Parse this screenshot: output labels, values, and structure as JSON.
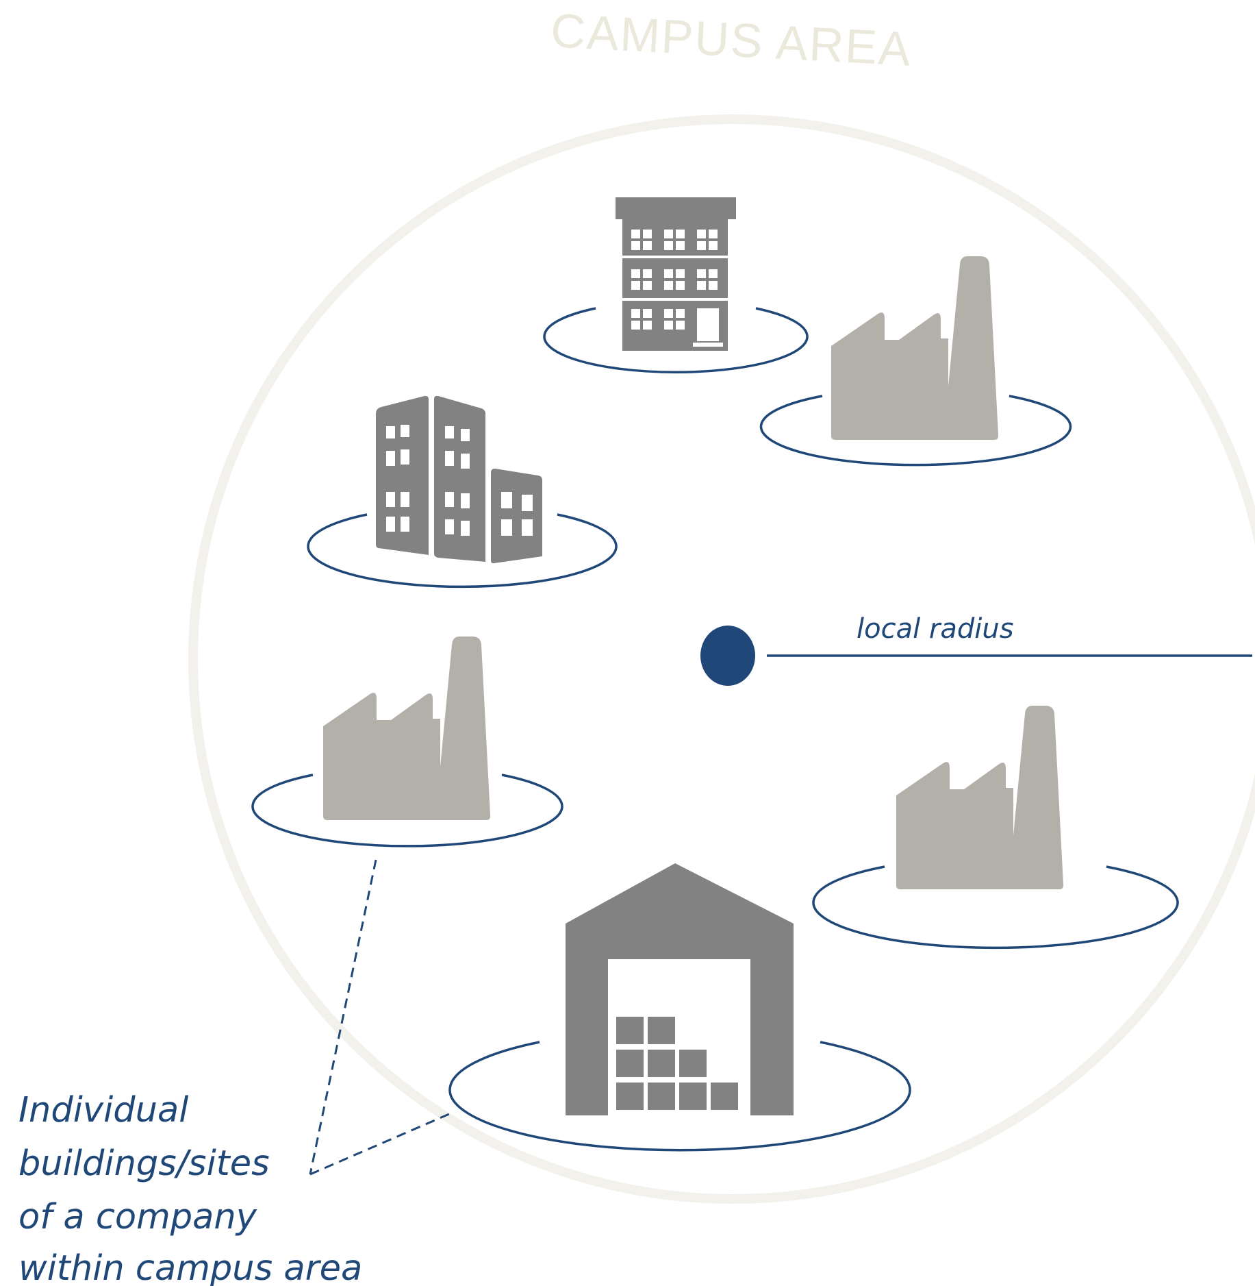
{
  "diagram": {
    "campus_title": "CAMPUS AREA",
    "radius_label": "local radius",
    "caption_lines": [
      "Individual",
      "buildings/sites",
      "of a company",
      "within campus area"
    ]
  },
  "colors": {
    "campus_circle": "#f3f1ec",
    "campus_title": "#ebe8dc",
    "navy": "#1f4878",
    "dark_gray_building": "#828282",
    "light_gray_factory": "#b2b0a8"
  },
  "icons": [
    "apartment-building-icon",
    "factory-icon",
    "office-buildings-icon",
    "factory-icon",
    "factory-icon",
    "warehouse-icon"
  ]
}
